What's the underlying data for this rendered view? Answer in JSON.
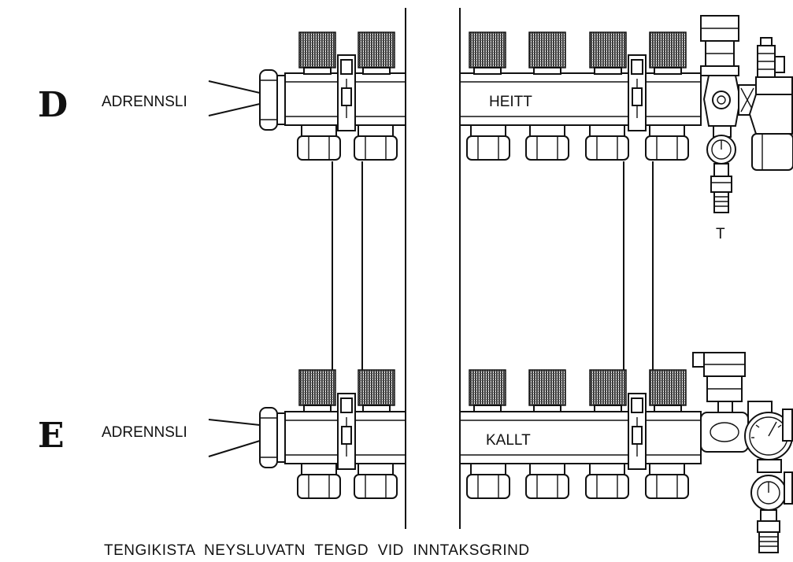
{
  "colors": {
    "ink": "#111111",
    "paper": "#ffffff"
  },
  "manifold_top": {
    "letter": "D",
    "inlet_label": "ADRENNSLI",
    "body_label": "HEITT",
    "gauge_label": "T"
  },
  "manifold_bottom": {
    "letter": "E",
    "inlet_label": "ADRENNSLI",
    "body_label": "KALLT"
  },
  "footer_caption": "TENGIKISTA  NEYSLUVATN  TENGD  VID  INNTAKSGRIND"
}
